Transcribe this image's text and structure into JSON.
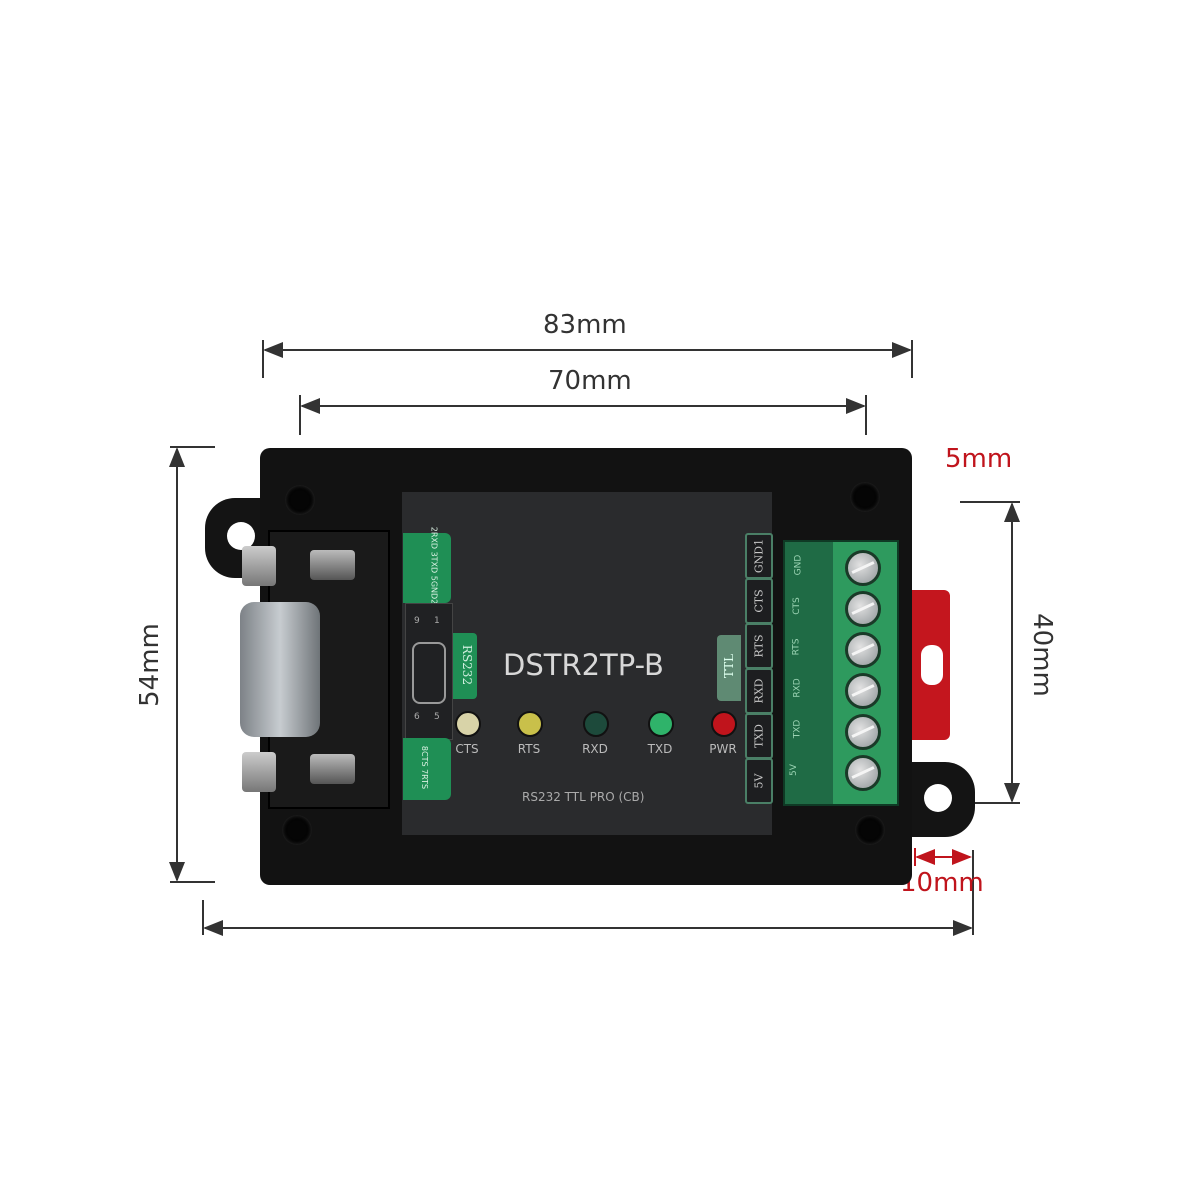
{
  "dimensions": {
    "overall_width": "83mm",
    "hole_spacing_width": "70mm",
    "height": "54mm",
    "hole_spacing_height": "40mm",
    "hole_diameter": "5mm",
    "ear_length": "10mm"
  },
  "device": {
    "model": "DSTR2TP-B",
    "subtitle": "RS232 TTL PRO (CB)",
    "rs232_label": "RS232",
    "ttl_label": "TTL",
    "db9_pin_top": "2RXD 3TXD 5GND2",
    "db9_pin_bottom": "8CTS 7RTS",
    "db9_numbers": [
      "1",
      "6",
      "9",
      "5"
    ],
    "leds": [
      {
        "label": "CTS",
        "color": "#d8d3a8"
      },
      {
        "label": "RTS",
        "color": "#c9c04a"
      },
      {
        "label": "RXD",
        "color": "#1d4a3b"
      },
      {
        "label": "TXD",
        "color": "#2fb36a"
      },
      {
        "label": "PWR",
        "color": "#c0141c"
      }
    ],
    "ttl_pins": [
      "GND1",
      "CTS",
      "RTS",
      "RXD",
      "TXD",
      "5V"
    ],
    "terminal_labels": [
      "GND",
      "CTS",
      "RTS",
      "RXD",
      "TXD",
      "5V"
    ]
  },
  "colors": {
    "dimension_line": "#333333",
    "accent_red": "#c0141c",
    "terminal_green": "#2e9a5e"
  }
}
